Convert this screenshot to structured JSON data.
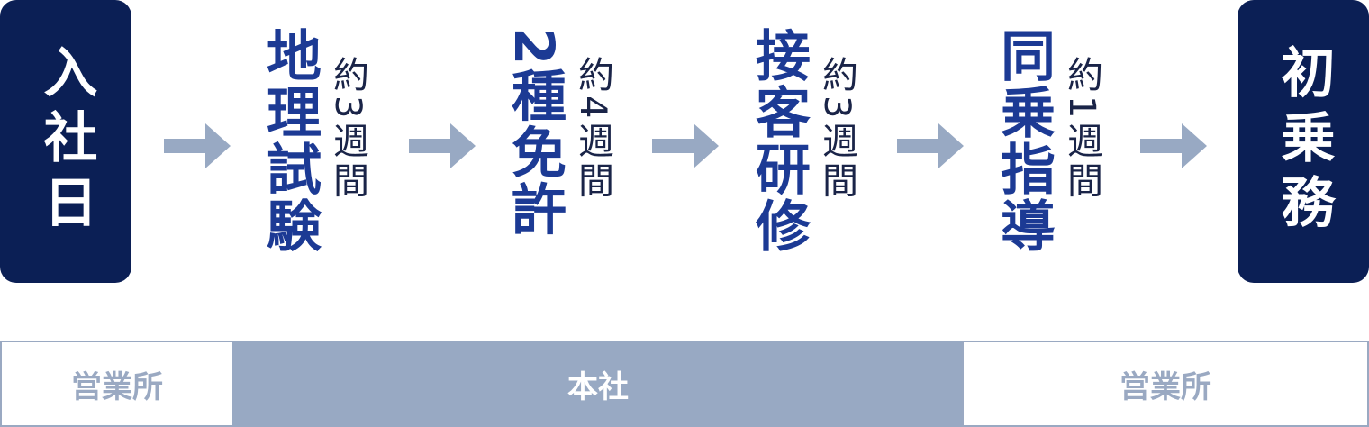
{
  "start": {
    "label": "入社日"
  },
  "end": {
    "label": "初乗務"
  },
  "steps": [
    {
      "name": "地理試験",
      "duration": "約3週間"
    },
    {
      "name": "2種免許",
      "duration": "約4週間"
    },
    {
      "name": "接客研修",
      "duration": "約3週間"
    },
    {
      "name": "同乗指導",
      "duration": "約1週間"
    }
  ],
  "locations": [
    {
      "label": "営業所"
    },
    {
      "label": "本社"
    },
    {
      "label": "営業所"
    }
  ],
  "colors": {
    "box": "#0b1f55",
    "step_text": "#1c3a94",
    "arrow": "#98a9c3",
    "band_dark": "#98a9c3",
    "band_light_text": "#9aa9c2"
  }
}
